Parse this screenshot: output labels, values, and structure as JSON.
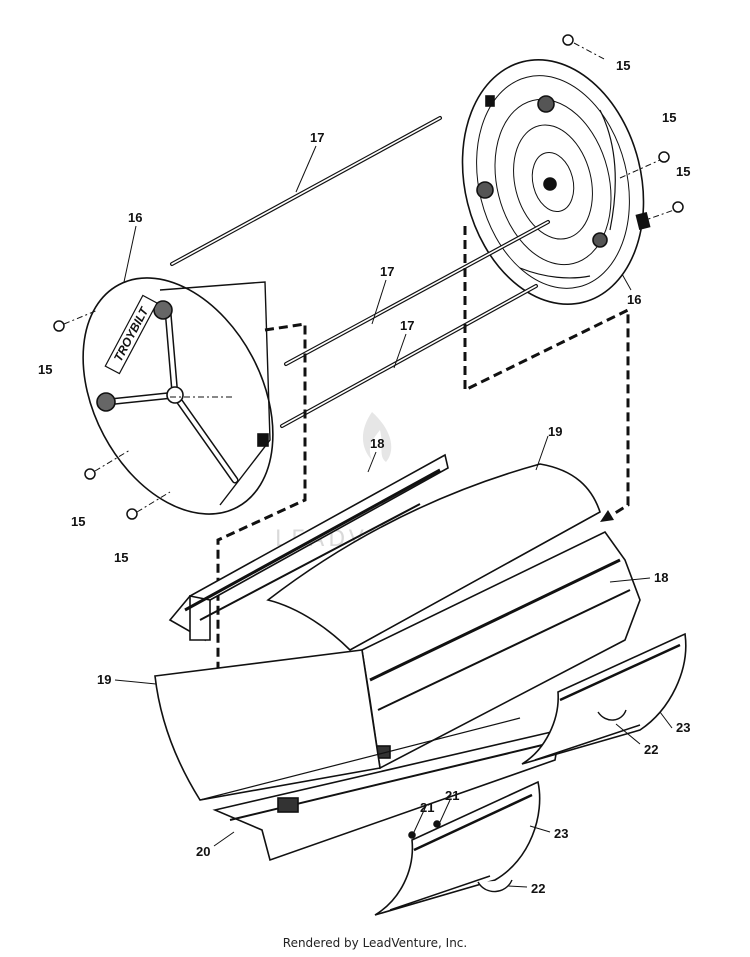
{
  "diagram": {
    "callouts": {
      "c15a": "15",
      "c15b": "15",
      "c15c": "15",
      "c15d": "15",
      "c15e": "15",
      "c15f": "15",
      "c16a": "16",
      "c16b": "16",
      "c17a": "17",
      "c17b": "17",
      "c17c": "17",
      "c18a": "18",
      "c18b": "18",
      "c19a": "19",
      "c19b": "19",
      "c20": "20",
      "c21a": "21",
      "c21b": "21",
      "c22a": "22",
      "c22b": "22",
      "c23a": "23",
      "c23b": "23"
    },
    "brand_logo_text": "TROYBILT",
    "watermark": "LEADVENTURE"
  },
  "footer": {
    "credit": "Rendered by LeadVenture, Inc."
  }
}
